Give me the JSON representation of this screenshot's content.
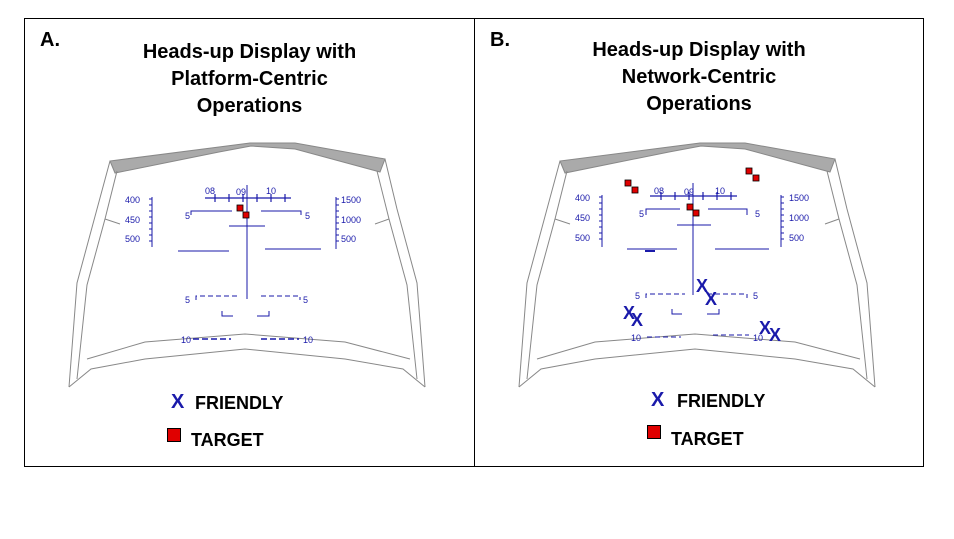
{
  "panels": [
    {
      "label": "A.",
      "title_lines": [
        "Heads-up Display with",
        "Platform-Centric",
        "Operations"
      ],
      "hud": {
        "heading_ticks": [
          "08",
          "09",
          "10"
        ],
        "left_scale": [
          "400",
          "450",
          "500"
        ],
        "right_scale": [
          "1500",
          "1000",
          "500"
        ],
        "pitch_labels": [
          "5",
          "5",
          "10"
        ],
        "pitch_labels_right": [
          "5",
          "5",
          "10"
        ]
      },
      "legend": {
        "friendly_symbol": "X",
        "friendly_label": "FRIENDLY",
        "target_label": "TARGET"
      }
    },
    {
      "label": "B.",
      "title_lines": [
        "Heads-up Display with",
        "Network-Centric",
        "Operations"
      ],
      "hud": {
        "heading_ticks": [
          "08",
          "09",
          "10"
        ],
        "left_scale": [
          "400",
          "450",
          "500"
        ],
        "right_scale": [
          "1500",
          "1000",
          "500"
        ],
        "pitch_labels": [
          "5",
          "5",
          "10"
        ],
        "pitch_labels_right": [
          "5",
          "5",
          "10"
        ],
        "friendly_symbol": "X"
      },
      "legend": {
        "friendly_symbol": "X",
        "friendly_label": "FRIENDLY",
        "target_label": "TARGET"
      }
    }
  ],
  "colors": {
    "hud_blue": "#1a1aaa",
    "target_red": "#e00000",
    "frame_gray": "#888888"
  }
}
